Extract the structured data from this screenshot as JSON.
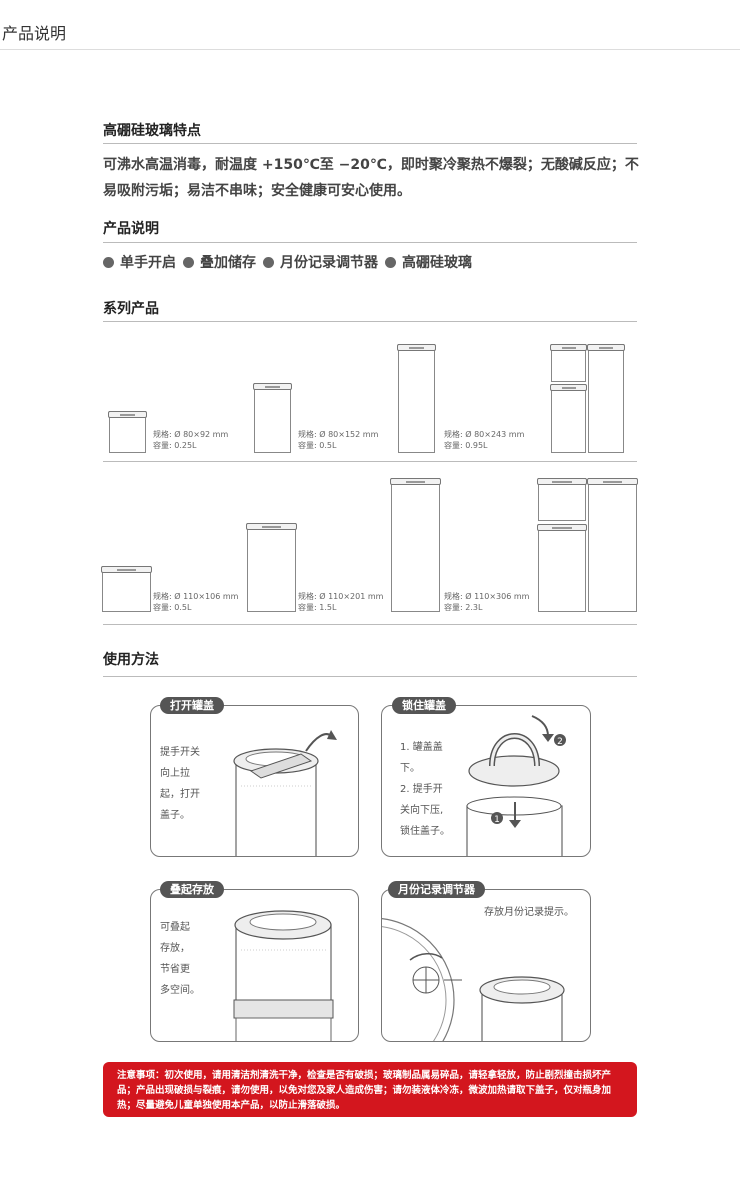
{
  "header": {
    "title": "产品说明"
  },
  "sections": {
    "glass": {
      "title": "高硼硅玻璃特点",
      "text": "可沸水高温消毒，耐温度 +150℃至 −20℃，即时聚冷聚热不爆裂；无酸碱反应；不易吸附污垢；易洁不串味；安全健康可安心使用。"
    },
    "product": {
      "title": "产品说明",
      "features": [
        "单手开启",
        "叠加储存",
        "月份记录调节器",
        "高硼硅玻璃"
      ]
    },
    "series": {
      "title": "系列产品",
      "row1": [
        {
          "spec": "规格: Ø 80×92 mm",
          "capacity": "容量: 0.25L"
        },
        {
          "spec": "规格: Ø 80×152 mm",
          "capacity": "容量: 0.5L"
        },
        {
          "spec": "规格: Ø 80×243 mm",
          "capacity": "容量: 0.95L"
        }
      ],
      "row2": [
        {
          "spec": "规格: Ø 110×106 mm",
          "capacity": "容量: 0.5L"
        },
        {
          "spec": "规格: Ø 110×201 mm",
          "capacity": "容量: 1.5L"
        },
        {
          "spec": "规格: Ø 110×306 mm",
          "capacity": "容量: 2.3L"
        }
      ]
    },
    "usage": {
      "title": "使用方法",
      "panels": [
        {
          "tag": "打开罐盖",
          "text": [
            "提手开关",
            "向上拉",
            "起，打开",
            "盖子。"
          ]
        },
        {
          "tag": "锁住罐盖",
          "text": [
            "1. 罐盖盖",
            "下。",
            "2. 提手开",
            "关向下压,",
            "锁住盖子。"
          ],
          "markers": [
            "1",
            "2"
          ]
        },
        {
          "tag": "叠起存放",
          "text": [
            "可叠起",
            "存放，",
            "节省更",
            "多空间。"
          ]
        },
        {
          "tag": "月份记录调节器",
          "text": [
            "存放月份记录提示。"
          ]
        }
      ]
    },
    "notice": {
      "text": "注意事项：初次使用，请用清洁剂清洗干净，检查是否有破损；玻璃制品属易碎品，请轻拿轻放，防止剧烈撞击损坏产品；产品出现破损与裂痕，请勿使用，以免对您及家人造成伤害；请勿装液体冷冻，微波加热请取下盖子，仅对瓶身加热；尽量避免儿童单独使用本产品，以防止滑落破损。"
    }
  },
  "colors": {
    "accent": "#d3161e",
    "tag": "#555555",
    "rule": "#bbbbbb"
  }
}
